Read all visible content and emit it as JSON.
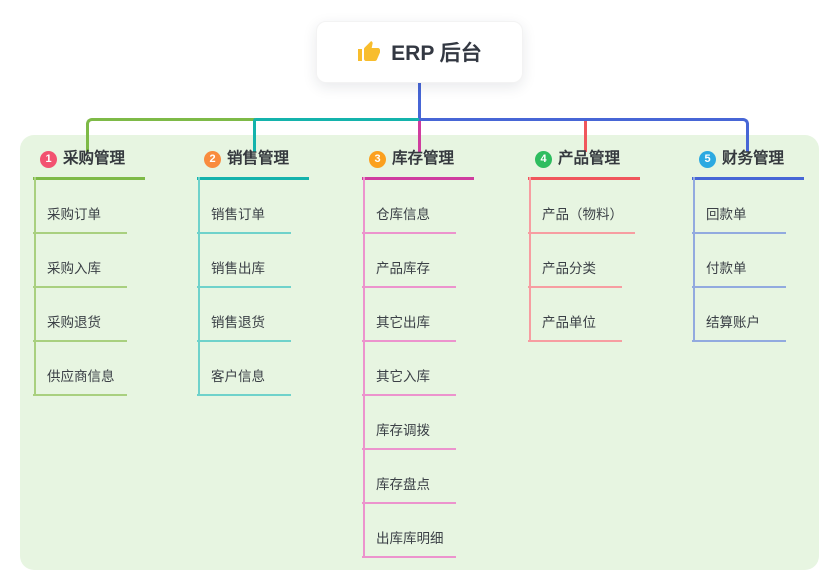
{
  "root": {
    "title": "ERP 后台",
    "icon": "thumbs-up-icon"
  },
  "trunk_color": "#4766d6",
  "panel_background": "#e7f5e1",
  "branches": [
    {
      "number": "1",
      "title": "采购管理",
      "badge_color": "#f25270",
      "line_color": "#7eba47",
      "sub_line_color": "#a9d07f",
      "children": [
        "采购订单",
        "采购入库",
        "采购退货",
        "供应商信息"
      ]
    },
    {
      "number": "2",
      "title": "销售管理",
      "badge_color": "#f98c3e",
      "line_color": "#14b3ac",
      "sub_line_color": "#6fd2cb",
      "children": [
        "销售订单",
        "销售出库",
        "销售退货",
        "客户信息"
      ]
    },
    {
      "number": "3",
      "title": "库存管理",
      "badge_color": "#fba01e",
      "line_color": "#cf3d9f",
      "sub_line_color": "#ec93cd",
      "children": [
        "仓库信息",
        "产品库存",
        "其它出库",
        "其它入库",
        "库存调拨",
        "库存盘点",
        "出库库明细"
      ]
    },
    {
      "number": "4",
      "title": "产品管理",
      "badge_color": "#2ebd5f",
      "line_color": "#f0565c",
      "sub_line_color": "#f79da1",
      "children": [
        "产品（物料）",
        "产品分类",
        "产品单位"
      ]
    },
    {
      "number": "5",
      "title": "财务管理",
      "badge_color": "#2ca9e1",
      "line_color": "#4766d6",
      "sub_line_color": "#92aadf",
      "children": [
        "回款单",
        "付款单",
        "结算账户"
      ]
    }
  ]
}
